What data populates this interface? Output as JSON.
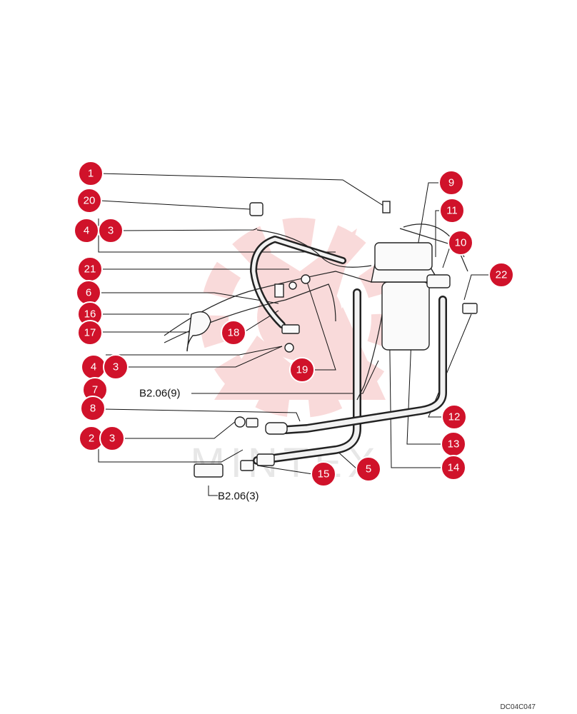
{
  "callouts": [
    {
      "id": "c1",
      "label": "1"
    },
    {
      "id": "c20",
      "label": "20"
    },
    {
      "id": "c4a",
      "label": "4"
    },
    {
      "id": "c3a",
      "label": "3"
    },
    {
      "id": "c21",
      "label": "21"
    },
    {
      "id": "c6",
      "label": "6"
    },
    {
      "id": "c16",
      "label": "16"
    },
    {
      "id": "c17",
      "label": "17"
    },
    {
      "id": "c18",
      "label": "18"
    },
    {
      "id": "c4b",
      "label": "4"
    },
    {
      "id": "c3b",
      "label": "3"
    },
    {
      "id": "c19",
      "label": "19"
    },
    {
      "id": "c7",
      "label": "7"
    },
    {
      "id": "c8",
      "label": "8"
    },
    {
      "id": "c2",
      "label": "2"
    },
    {
      "id": "c3c",
      "label": "3"
    },
    {
      "id": "c15",
      "label": "15"
    },
    {
      "id": "c5",
      "label": "5"
    },
    {
      "id": "c9",
      "label": "9"
    },
    {
      "id": "c11",
      "label": "11"
    },
    {
      "id": "c10",
      "label": "10"
    },
    {
      "id": "c22",
      "label": "22"
    },
    {
      "id": "c12",
      "label": "12"
    },
    {
      "id": "c13",
      "label": "13"
    },
    {
      "id": "c14",
      "label": "14"
    }
  ],
  "references": {
    "ref_b206_9": "B2.06(9)",
    "ref_b206_3": "B2.06(3)"
  },
  "drawing_code": "DC04C047",
  "watermark_text": "MINTEX",
  "colors": {
    "callout_fill": "#d0122a",
    "watermark": "#e33a3a"
  }
}
